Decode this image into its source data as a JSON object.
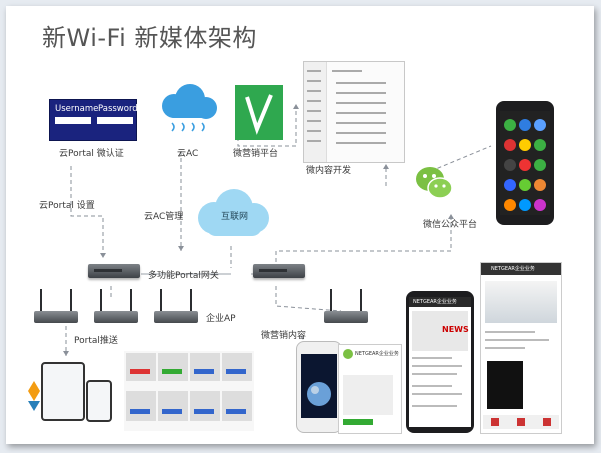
{
  "slide": {
    "title": "新Wi-Fi 新媒体架构",
    "portal_login": {
      "username_label": "Username",
      "password_label": "Password"
    },
    "labels": {
      "cloud_portal_auth": "云Portal 微认证",
      "cloud_ac": "云AC",
      "weixin_platform": "微营销平台",
      "content_dev": "微内容开发",
      "cloud_portal_settings": "云Portal 设置",
      "cloud_ac_mgmt": "云AC管理",
      "internet": "互联网",
      "wechat_public": "微信公众平台",
      "multi_gateway": "多功能Portal网关",
      "enterprise_ap": "企业AP",
      "portal_push": "Portal推送",
      "weixin_content": "微营销内容"
    },
    "mobile_screens": {
      "netgear_header_1": "NETGEAR企业业务",
      "netgear_header_2": "NETGEAR企业业务",
      "news_badge": "NEWS",
      "chat_title": "NETGEAR企业业务"
    },
    "colors": {
      "portal_bg": "#1a237e",
      "cloud_blue": "#3a9ee0",
      "weixin_green": "#2fa84f",
      "wechat_green": "#7bc043",
      "dashed_line": "#8a9099"
    }
  }
}
